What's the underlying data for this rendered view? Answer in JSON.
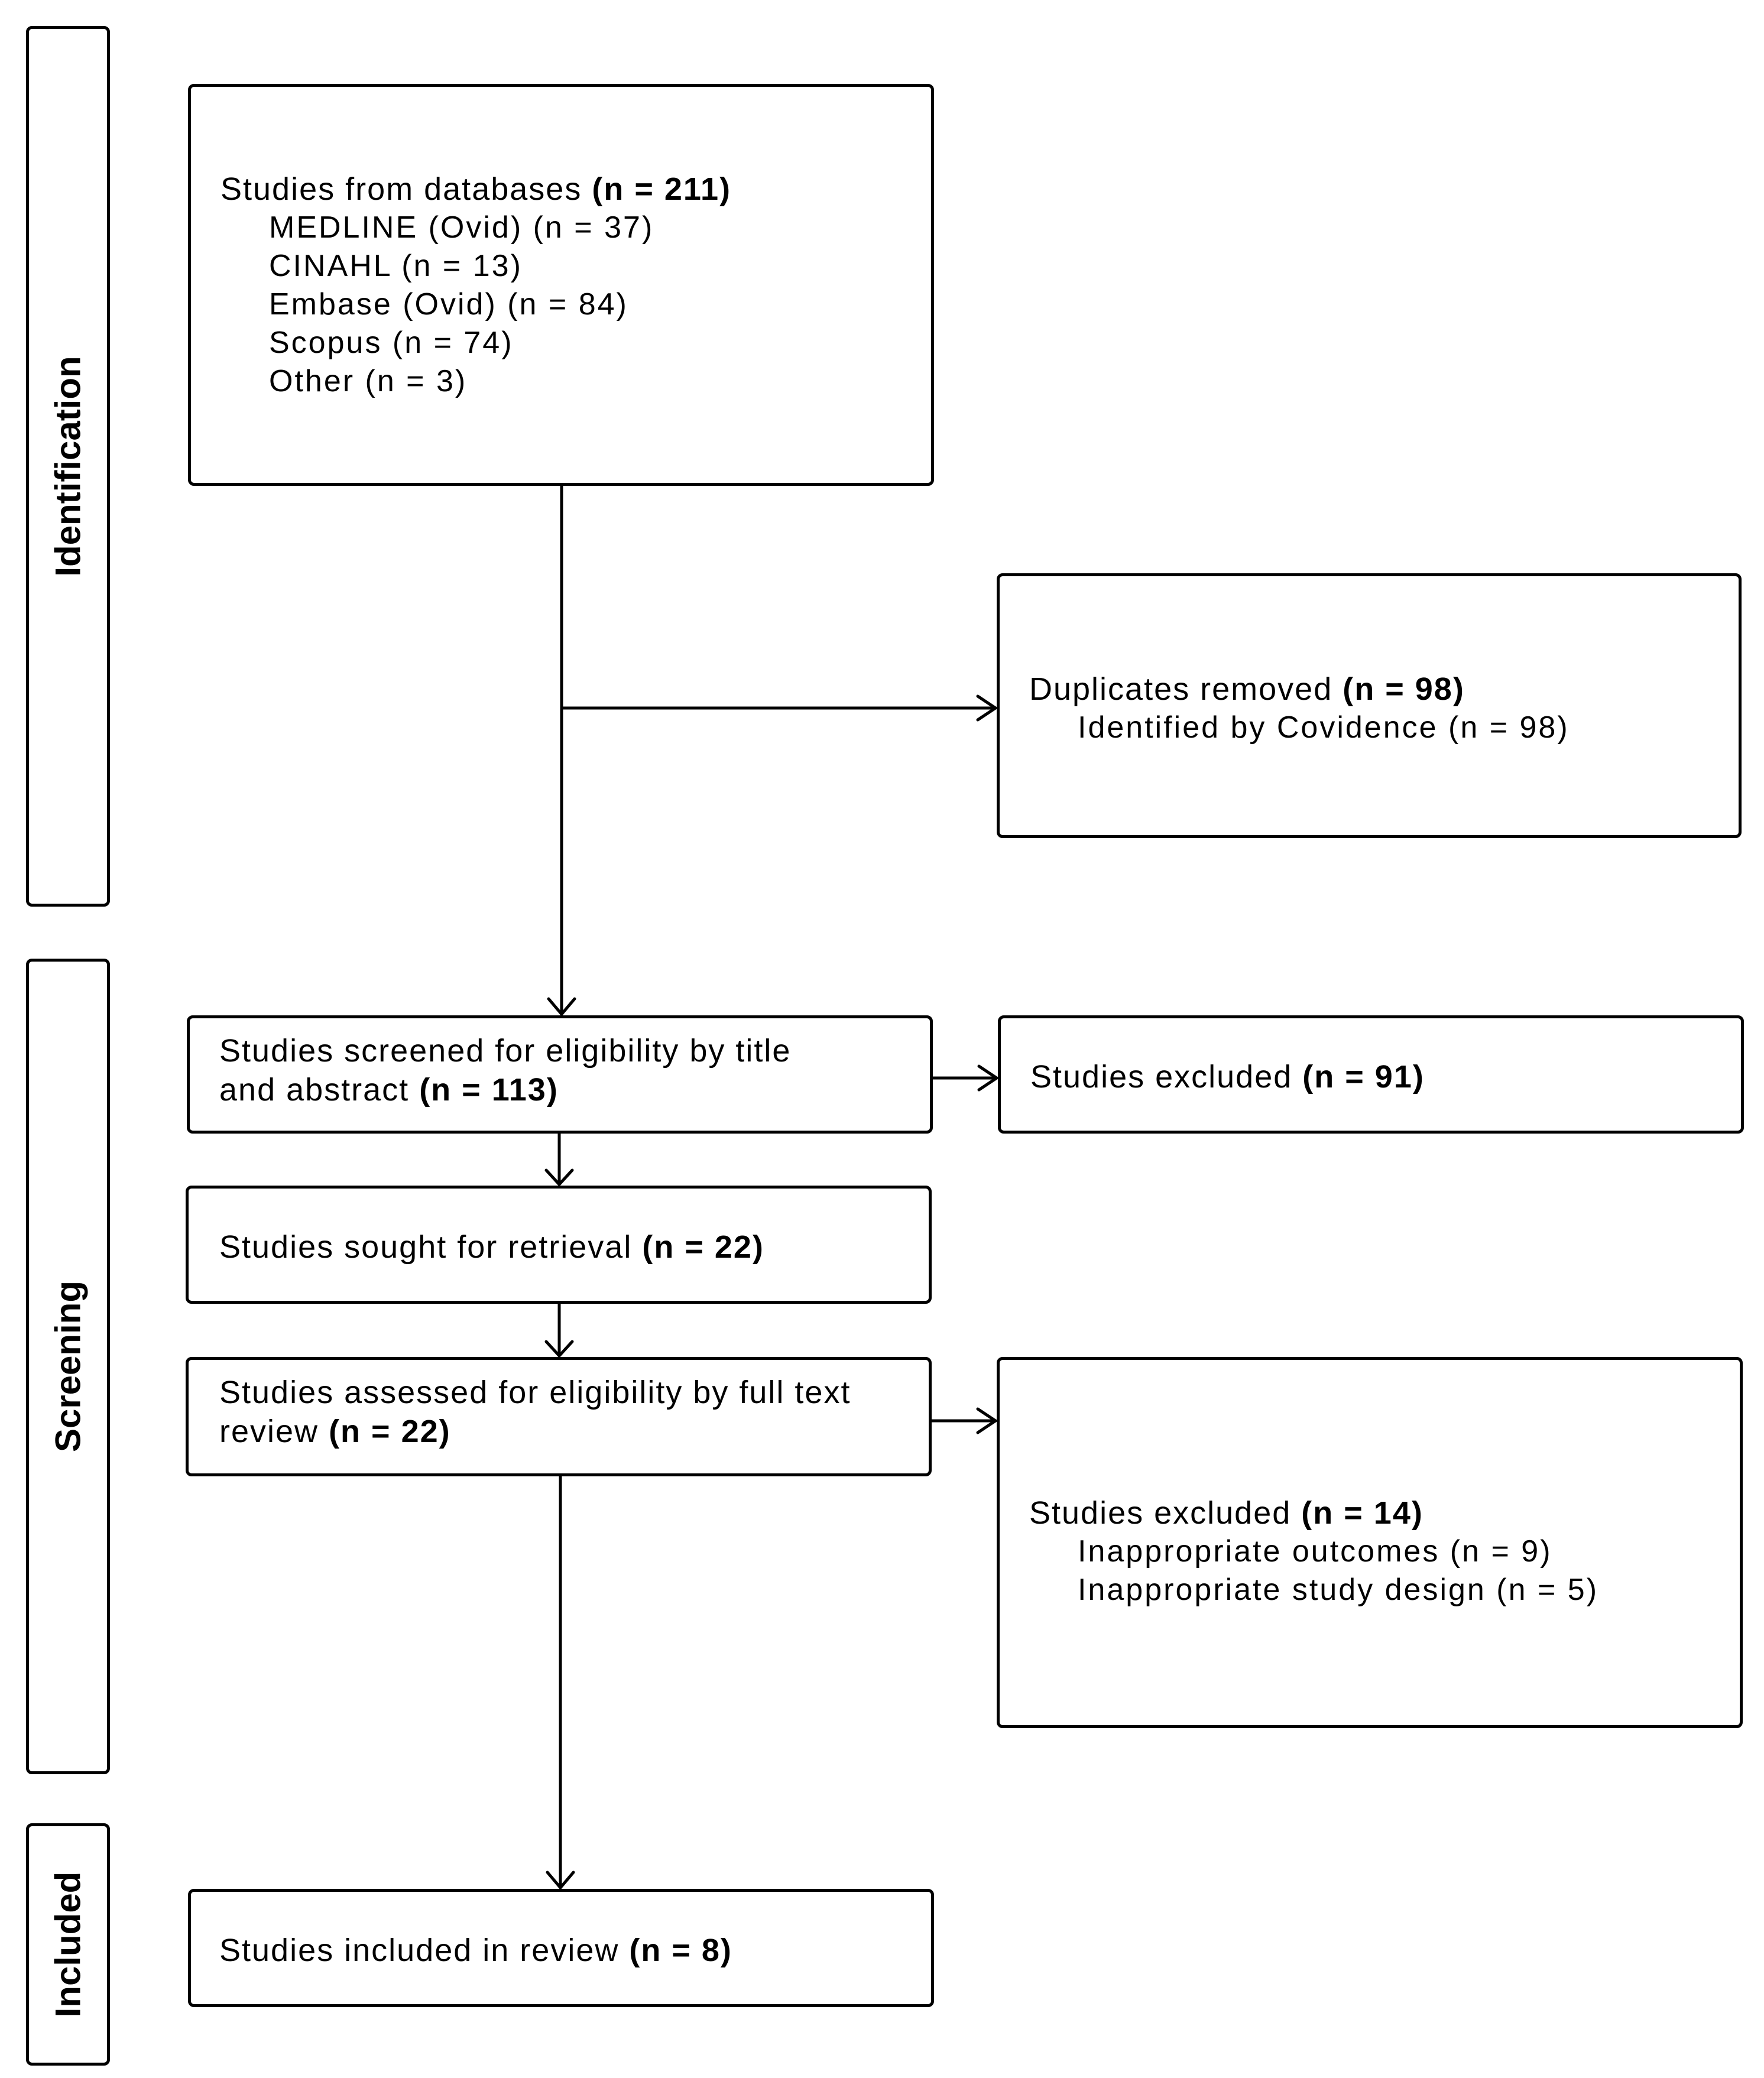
{
  "stages": {
    "identification": "Identification",
    "screening": "Screening",
    "included": "Included"
  },
  "identification": {
    "label": "Studies from databases",
    "count": "(n = 211)",
    "sources": [
      "MEDLINE (Ovid) (n = 37)",
      "CINAHL (n = 13)",
      "Embase (Ovid) (n = 84)",
      "Scopus (n = 74)",
      "Other (n = 3)"
    ]
  },
  "duplicates": {
    "label": "Duplicates removed",
    "count": "(n = 98)",
    "detail": "Identified by Covidence (n = 98)"
  },
  "screened": {
    "line1": "Studies screened for eligibility by title",
    "line2": "and abstract",
    "count": "(n = 113)"
  },
  "excluded_screen": {
    "label": "Studies excluded",
    "count": "(n = 91)"
  },
  "retrieval": {
    "label": "Studies sought for retrieval",
    "count": "(n = 22)"
  },
  "assessed": {
    "line1": "Studies assessed for eligibility by full text",
    "line2": "review",
    "count": "(n = 22)"
  },
  "excluded_full": {
    "label": "Studies excluded",
    "count": "(n = 14)",
    "reasons": [
      "Inappropriate outcomes (n = 9)",
      "Inappropriate study design (n = 5)"
    ]
  },
  "included": {
    "label": "Studies included in review",
    "count": "(n = 8)"
  }
}
